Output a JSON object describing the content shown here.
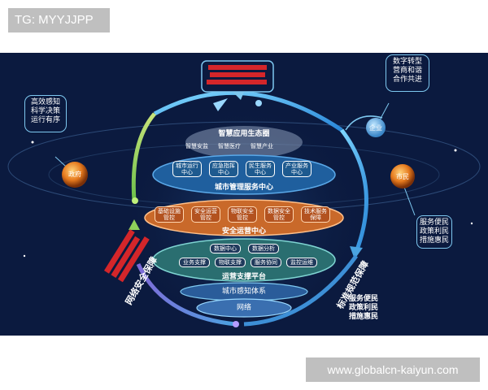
{
  "watermark_top": "TG: MYYJJPP",
  "watermark_bottom": "www.globalcn-kaiyun.com",
  "diagram": {
    "top_stamp": "",
    "layers": {
      "eco": {
        "title": "智慧应用生态圈",
        "items": [
          "智慧安监",
          "智慧医疗",
          "智慧产业"
        ]
      },
      "city_mgmt": {
        "title": "城市管理服务中心",
        "items": [
          "城市运行中心",
          "应急指挥中心",
          "民生服务中心",
          "产业服务中心"
        ]
      },
      "security_ops": {
        "title": "安全运营中心",
        "items": [
          "基础设施管控",
          "安全运营管控",
          "物联安全管控",
          "数据安全管控",
          "技术服务保障"
        ]
      },
      "ops_support": {
        "title": "运营支撑平台",
        "items_top": [
          "数据中心",
          "数据分析"
        ],
        "items_bottom": [
          "业务支撑",
          "物联支撑",
          "服务协同",
          "监控运维"
        ]
      },
      "perception": {
        "title": "城市感知体系"
      },
      "network": {
        "title": "网络"
      }
    },
    "nodes": {
      "government": "政府",
      "enterprise": "企业",
      "citizen": "市民"
    },
    "callouts": {
      "left": "高效感知科学决策运行有序",
      "right_top": "数字转型营商和谐合作共进",
      "right_bottom": "服务便民政策利民措施惠民"
    },
    "arc_labels": {
      "left": "网络安全保障",
      "right": "标准规范保障"
    },
    "bottom_right_text": "服务便民政策利民措施惠民"
  }
}
